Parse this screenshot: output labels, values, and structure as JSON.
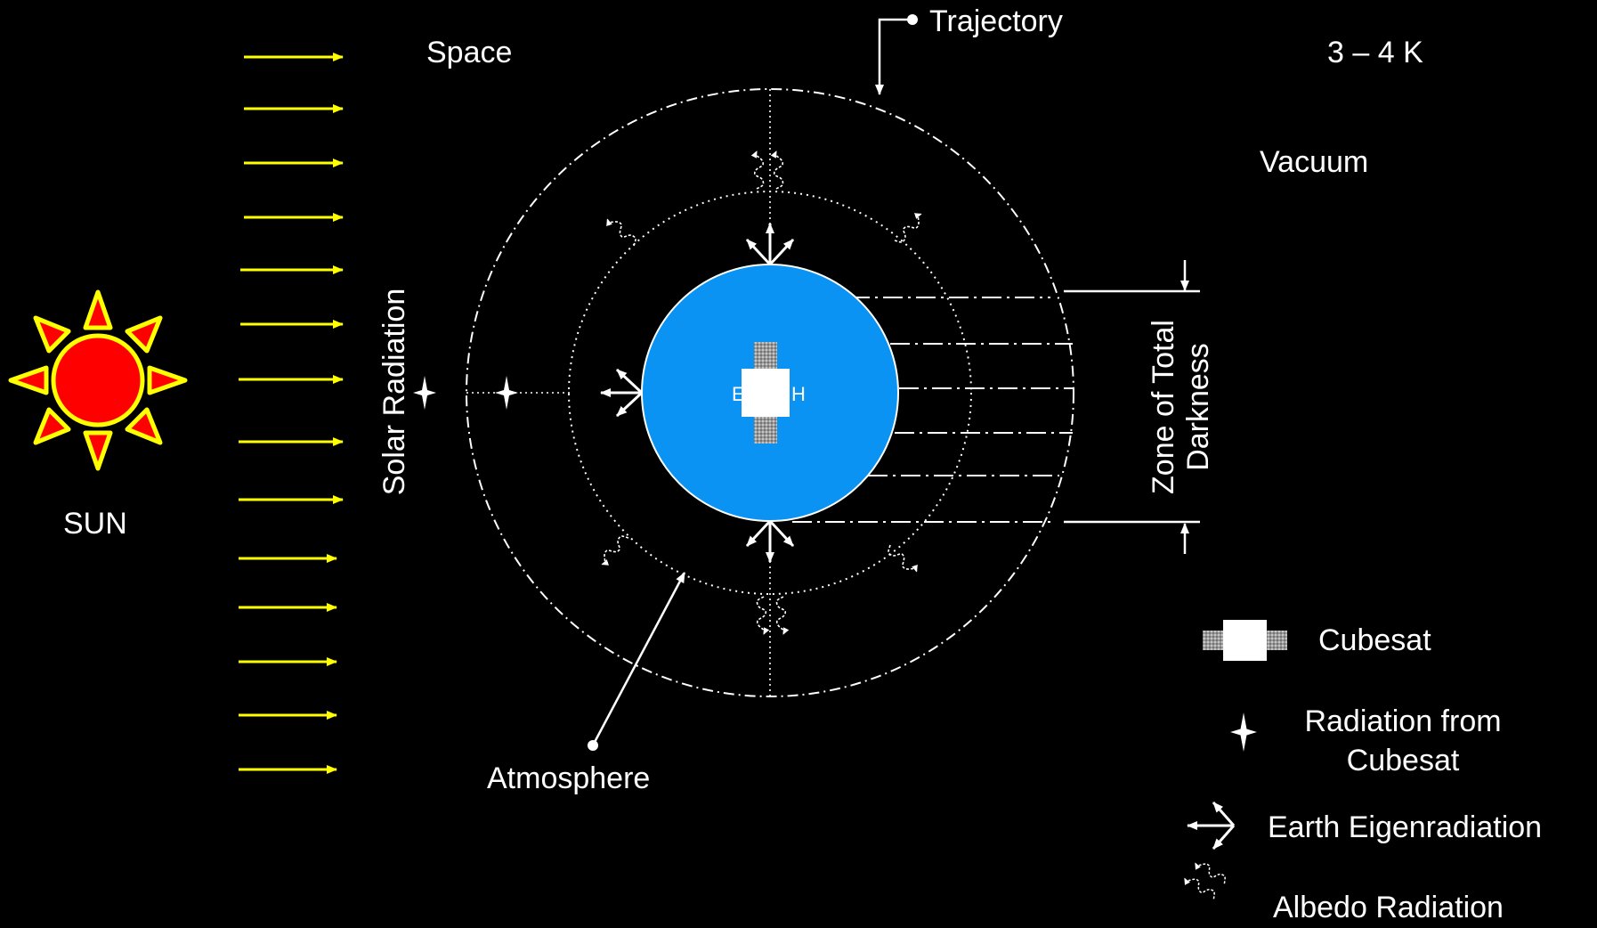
{
  "labels": {
    "space": "Space",
    "trajectory": "Trajectory",
    "temperature": "3 – 4 K",
    "vacuum": "Vacuum",
    "sun": "SUN",
    "solar_radiation": "Solar Radiation",
    "zone_line1": "Zone of Total",
    "zone_line2": "Darkness",
    "atmosphere": "Atmosphere",
    "earth_left": "E",
    "earth_right": "H"
  },
  "legend": {
    "cubesat": "Cubesat",
    "radiation_line1": "Radiation from",
    "radiation_line2": "Cubesat",
    "eigen": "Earth Eigenradiation",
    "albedo": "Albedo Radiation"
  },
  "colors": {
    "background": "#000000",
    "earth": "#0a93f2",
    "sun_fill": "#ff0000",
    "sun_rays": "#ffff00",
    "solar_arrows": "#ffff00",
    "lines": "#ffffff",
    "cubesat_panel": "#b0b0b0"
  },
  "icons": {
    "sun": "sun-icon",
    "cubesat": "cubesat-icon",
    "radiation": "four-point-star-icon",
    "eigen": "branching-arrow-icon",
    "albedo": "wavy-arrow-icon"
  }
}
